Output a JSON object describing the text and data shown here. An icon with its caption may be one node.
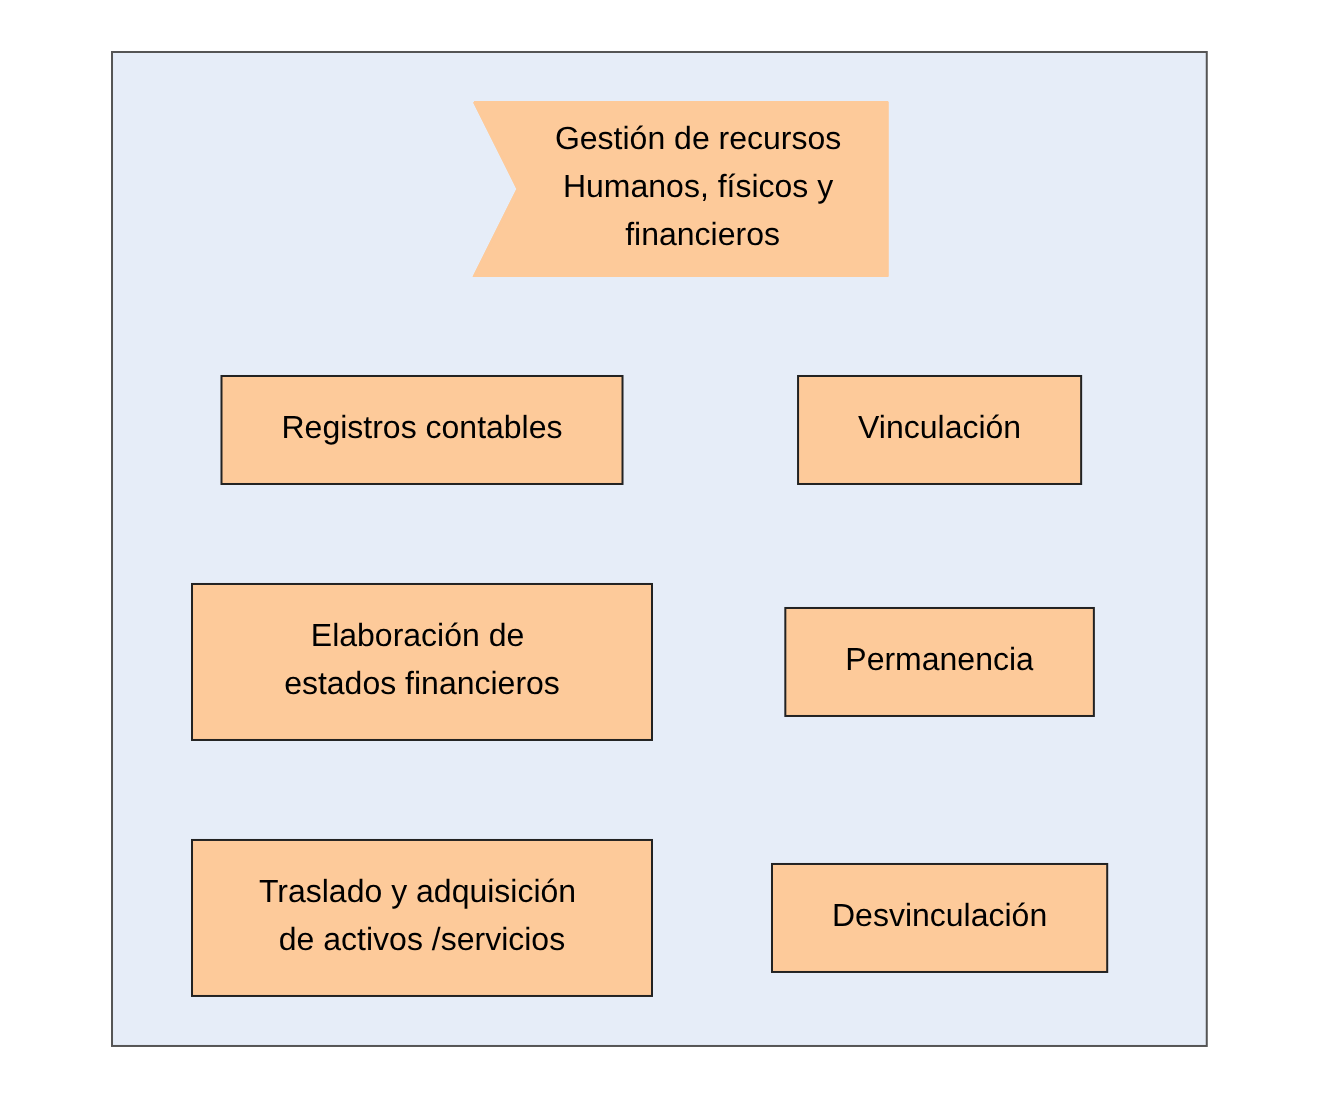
{
  "diagram": {
    "nodes": [
      {
        "text": [],
        "shape": "box"
      },
      {
        "text": [
          "Gestión de recursos Humanos, físicos y financieros"
        ],
        "in": 0
      },
      {
        "text": [
          "Registros contables"
        ],
        "in": 0
      },
      {
        "text": [
          "Vinculación"
        ],
        "in": 0
      },
      {
        "text": [
          "Elaboración de estados financieros"
        ],
        "in": 0
      },
      {
        "text": [
          "Permanencia"
        ],
        "in": 0
      },
      {
        "text": [
          "Traslado y adquisición de activos /servicios"
        ],
        "in": 0
      },
      {
        "text": [
          "Desvinculación"
        ],
        "in": 0
      }
    ]
  }
}
